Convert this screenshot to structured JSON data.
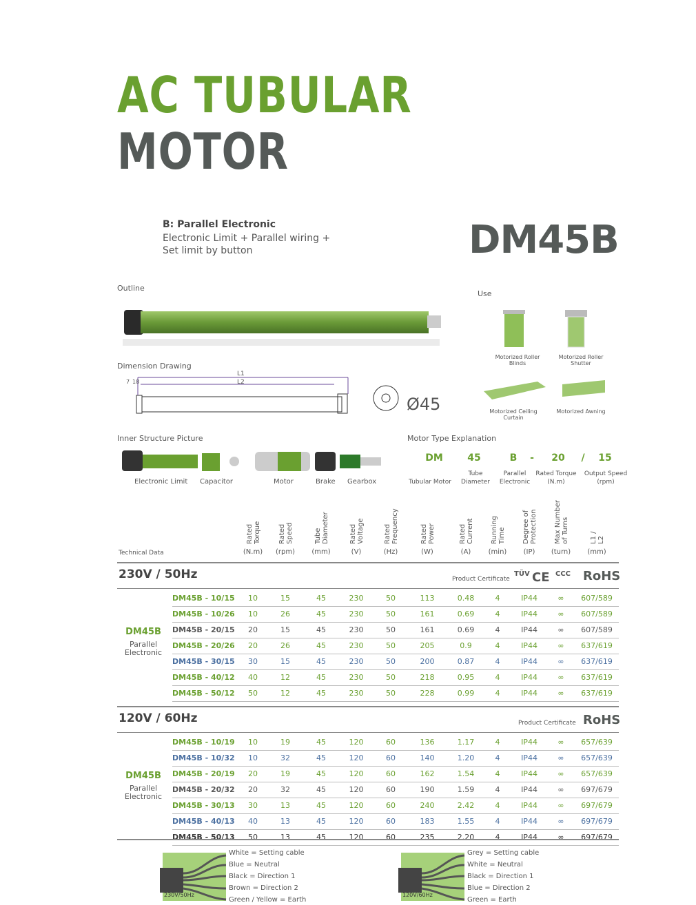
{
  "title": {
    "line1": "AC TUBULAR",
    "line2": "MOTOR"
  },
  "subtitle": {
    "heading": "B: Parallel Electronic",
    "line1": "Electronic Limit +  Parallel wiring  +",
    "line2": "Set limit by button"
  },
  "model": "DM45B",
  "sections": {
    "outline": "Outline",
    "dimension": "Dimension Drawing",
    "use": "Use",
    "inner": "Inner Structure Picture",
    "motor_type": "Motor Type Explanation"
  },
  "dimension": {
    "l1": "L1",
    "l2": "L2",
    "d1": "7",
    "d2": "18",
    "diameter": "Ø45"
  },
  "use_items": [
    {
      "label": "Motorized Roller Blinds"
    },
    {
      "label": "Motorized Roller Shutter"
    },
    {
      "label": "Motorized Ceiling Curtain"
    },
    {
      "label": "Motorized Awning"
    }
  ],
  "inner_labels": [
    "Electronic Limit",
    "Capacitor",
    "Motor",
    "Brake",
    "Gearbox"
  ],
  "motor_type": {
    "codes": [
      "DM",
      "45",
      "B",
      "-",
      "20",
      "/",
      "15"
    ],
    "labels": [
      "Tubular Motor",
      "Tube Diameter",
      "Parallel Electronic",
      "Rated Torque (N.m)",
      "Output Speed (rpm)"
    ]
  },
  "table": {
    "label": "Technical Data",
    "headers": [
      {
        "name": "Rated Torque",
        "unit": "(N.m)"
      },
      {
        "name": "Rated Speed",
        "unit": "(rpm)"
      },
      {
        "name": "Tube Diameter",
        "unit": "(mm)"
      },
      {
        "name": "Rated Voltage",
        "unit": "(V)"
      },
      {
        "name": "Rated Frequency",
        "unit": "(Hz)"
      },
      {
        "name": "Rated Power",
        "unit": "(W)"
      },
      {
        "name": "Rated Current",
        "unit": "(A)"
      },
      {
        "name": "Running Time",
        "unit": "(min)"
      },
      {
        "name": "Degree of Protection",
        "unit": "(IP)"
      },
      {
        "name": "Max Number of Turns",
        "unit": "(turn)"
      },
      {
        "name": "L1 / L2",
        "unit": "(mm)"
      }
    ],
    "groups": [
      {
        "title": "230V / 50Hz",
        "cert_label": "Product Certificate",
        "certs": [
          "TÜV",
          "CE",
          "CCC",
          "RoHS"
        ],
        "group_name": "DM45B",
        "group_sub": "Parallel Electronic",
        "rows": [
          {
            "model": "DM45B - 10/15",
            "vals": [
              "10",
              "15",
              "45",
              "230",
              "50",
              "113",
              "0.48",
              "4",
              "IP44",
              "∞",
              "607/589"
            ],
            "color": "c-green"
          },
          {
            "model": "DM45B - 10/26",
            "vals": [
              "10",
              "26",
              "45",
              "230",
              "50",
              "161",
              "0.69",
              "4",
              "IP44",
              "∞",
              "607/589"
            ],
            "color": "c-green"
          },
          {
            "model": "DM45B - 20/15",
            "vals": [
              "20",
              "15",
              "45",
              "230",
              "50",
              "161",
              "0.69",
              "4",
              "IP44",
              "∞",
              "607/589"
            ],
            "color": "c-grey"
          },
          {
            "model": "DM45B - 20/26",
            "vals": [
              "20",
              "26",
              "45",
              "230",
              "50",
              "205",
              "0.9",
              "4",
              "IP44",
              "∞",
              "637/619"
            ],
            "color": "c-green"
          },
          {
            "model": "DM45B - 30/15",
            "vals": [
              "30",
              "15",
              "45",
              "230",
              "50",
              "200",
              "0.87",
              "4",
              "IP44",
              "∞",
              "637/619"
            ],
            "color": "c-blue"
          },
          {
            "model": "DM45B - 40/12",
            "vals": [
              "40",
              "12",
              "45",
              "230",
              "50",
              "218",
              "0.95",
              "4",
              "IP44",
              "∞",
              "637/619"
            ],
            "color": "c-green"
          },
          {
            "model": "DM45B - 50/12",
            "vals": [
              "50",
              "12",
              "45",
              "230",
              "50",
              "228",
              "0.99",
              "4",
              "IP44",
              "∞",
              "637/619"
            ],
            "color": "c-green"
          }
        ]
      },
      {
        "title": "120V / 60Hz",
        "cert_label": "Product Certificate",
        "certs": [
          "RoHS"
        ],
        "group_name": "DM45B",
        "group_sub": "Parallel Electronic",
        "rows": [
          {
            "model": "DM45B - 10/19",
            "vals": [
              "10",
              "19",
              "45",
              "120",
              "60",
              "136",
              "1.17",
              "4",
              "IP44",
              "∞",
              "657/639"
            ],
            "color": "c-green"
          },
          {
            "model": "DM45B - 10/32",
            "vals": [
              "10",
              "32",
              "45",
              "120",
              "60",
              "140",
              "1.20",
              "4",
              "IP44",
              "∞",
              "657/639"
            ],
            "color": "c-blue"
          },
          {
            "model": "DM45B - 20/19",
            "vals": [
              "20",
              "19",
              "45",
              "120",
              "60",
              "162",
              "1.54",
              "4",
              "IP44",
              "∞",
              "657/639"
            ],
            "color": "c-green"
          },
          {
            "model": "DM45B - 20/32",
            "vals": [
              "20",
              "32",
              "45",
              "120",
              "60",
              "190",
              "1.59",
              "4",
              "IP44",
              "∞",
              "697/679"
            ],
            "color": "c-grey"
          },
          {
            "model": "DM45B - 30/13",
            "vals": [
              "30",
              "13",
              "45",
              "120",
              "60",
              "240",
              "2.42",
              "4",
              "IP44",
              "∞",
              "697/679"
            ],
            "color": "c-green"
          },
          {
            "model": "DM45B - 40/13",
            "vals": [
              "40",
              "13",
              "45",
              "120",
              "60",
              "183",
              "1.55",
              "4",
              "IP44",
              "∞",
              "697/679"
            ],
            "color": "c-blue"
          },
          {
            "model": "DM45B - 50/13",
            "vals": [
              "50",
              "13",
              "45",
              "120",
              "60",
              "235",
              "2.20",
              "4",
              "IP44",
              "∞",
              "697/679"
            ],
            "color": "c-dark"
          }
        ]
      }
    ]
  },
  "wiring": [
    {
      "tag": "230V/50Hz",
      "lines": [
        "White = Setting cable",
        "Blue = Neutral",
        "Black = Direction 1",
        "Brown = Direction 2",
        "Green / Yellow = Earth"
      ]
    },
    {
      "tag": "120V/60Hz",
      "lines": [
        "Grey = Setting cable",
        "White = Neutral",
        "Black = Direction 1",
        "Blue = Direction 2",
        "Green = Earth"
      ]
    }
  ],
  "colors": {
    "brand_green": "#6aa030",
    "dark_grey": "#555a58",
    "blue": "#4a6fa0"
  }
}
